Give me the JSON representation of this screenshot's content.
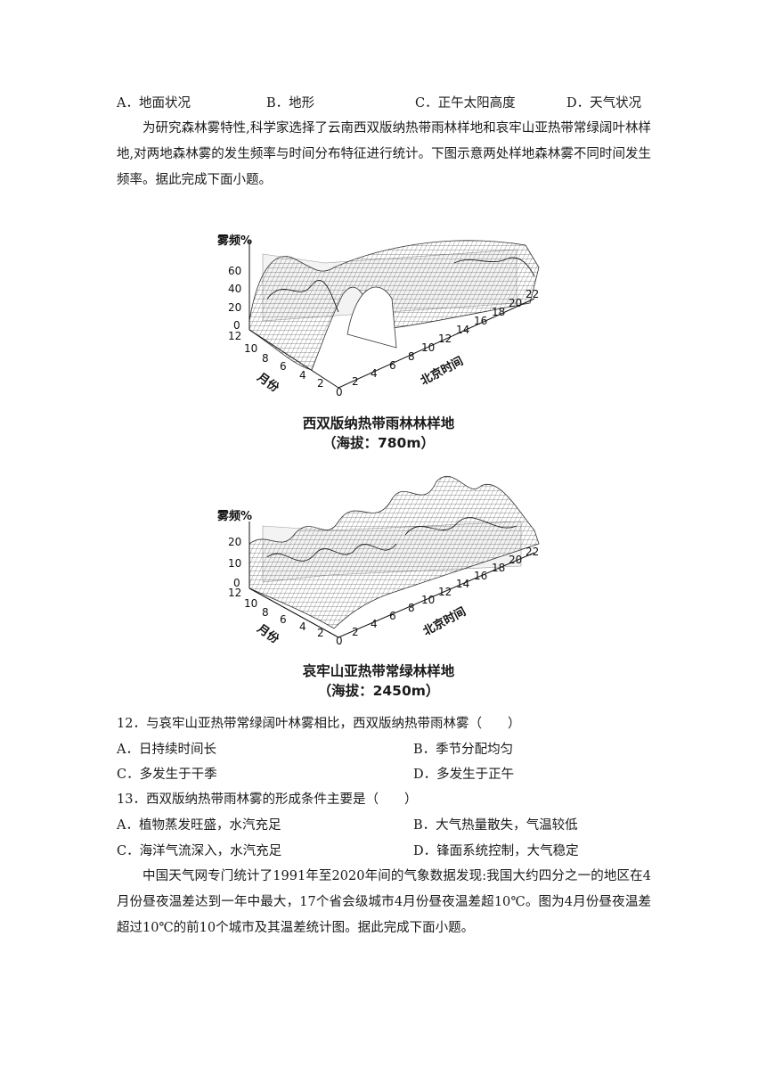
{
  "prev_options": {
    "a": "A．地面状况",
    "b": "B．地形",
    "c": "C．正午太阳高度",
    "d": "D．天气状况"
  },
  "intro1": "为研究森林雾特性,科学家选择了云南西双版纳热带雨林样地和哀牢山亚热带常绿阔叶林样地,对两地森林雾的发生频率与时间分布特征进行统计。下图示意两处样地森林雾不同时间发生频率。据此完成下面小题。",
  "fig1": {
    "ylabel": "雾频%",
    "yticks": [
      "60",
      "40",
      "20",
      "0"
    ],
    "month_label": "月份",
    "month_ticks": [
      "12",
      "10",
      "8",
      "6",
      "4",
      "2",
      "0"
    ],
    "time_label": "北京时间",
    "time_ticks": [
      "0",
      "2",
      "4",
      "6",
      "8",
      "10",
      "12",
      "14",
      "16",
      "18",
      "20",
      "22"
    ],
    "caption_title": "西双版纳热带雨林林样地",
    "caption_alt": "（海拔：780m）"
  },
  "fig2": {
    "ylabel": "雾频%",
    "yticks": [
      "20",
      "10",
      "0"
    ],
    "month_label": "月份",
    "month_ticks": [
      "12",
      "10",
      "8",
      "6",
      "4",
      "2",
      "0"
    ],
    "time_label": "北京时间",
    "time_ticks": [
      "0",
      "2",
      "4",
      "6",
      "8",
      "10",
      "12",
      "14",
      "16",
      "18",
      "20",
      "22"
    ],
    "caption_title": "哀牢山亚热带常绿林样地",
    "caption_alt": "（海拔：2450m）"
  },
  "q12": {
    "stem": "12．与哀牢山亚热带常绿阔叶林雾相比，西双版纳热带雨林雾（　　）",
    "a": "A．日持续时间长",
    "b": "B．季节分配均匀",
    "c": "C．多发生于干季",
    "d": "D．多发生于正午"
  },
  "q13": {
    "stem": "13．西双版纳热带雨林雾的形成条件主要是（　　）",
    "a": "A．植物蒸发旺盛，水汽充足",
    "b": "B．大气热量散失，气温较低",
    "c": "C．海洋气流深入，水汽充足",
    "d": "D．锋面系统控制，大气稳定"
  },
  "intro2": "中国天气网专门统计了1991年至2020年间的气象数据发现:我国大约四分之一的地区在4月份昼夜温差达到一年中最大，17个省会级城市4月份昼夜温差超10℃。图为4月份昼夜温差超过10℃的前10个城市及其温差统计图。据此完成下面小题。"
}
